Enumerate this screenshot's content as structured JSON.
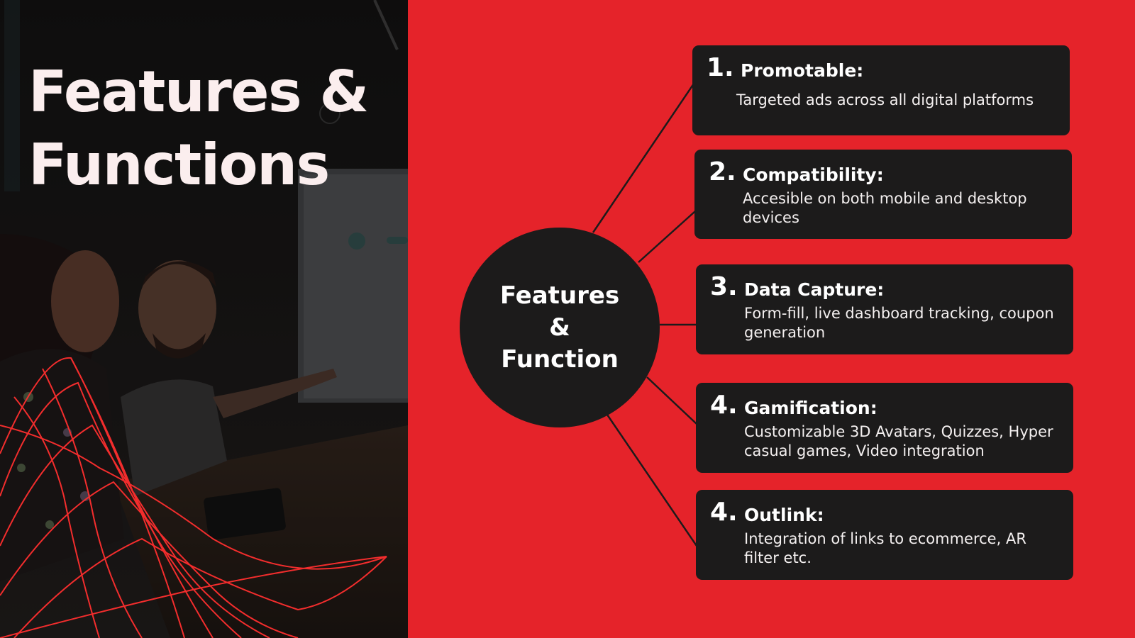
{
  "title": {
    "line1": "Features &",
    "line2": "Functions"
  },
  "hub": {
    "line1": "Features",
    "line2": "&",
    "line3": "Function"
  },
  "features": [
    {
      "number": "1.",
      "heading": "Promotable:",
      "description": "Targeted ads across all digital platforms"
    },
    {
      "number": "2.",
      "heading": "Compatibility:",
      "description": "Accesible on both mobile and desktop devices"
    },
    {
      "number": "3.",
      "heading": "Data Capture:",
      "description": "Form-fill, live dashboard tracking, coupon generation"
    },
    {
      "number": "4.",
      "heading": "Gamification:",
      "description": "Customizable 3D Avatars, Quizzes, Hyper casual games, Video integration"
    },
    {
      "number": "4.",
      "heading": "Outlink:",
      "description": "Integration of links to ecommerce, AR filter etc."
    }
  ],
  "colors": {
    "accent": "#e5232a",
    "card": "#1c1b1b",
    "title_text": "#fbeeee"
  }
}
